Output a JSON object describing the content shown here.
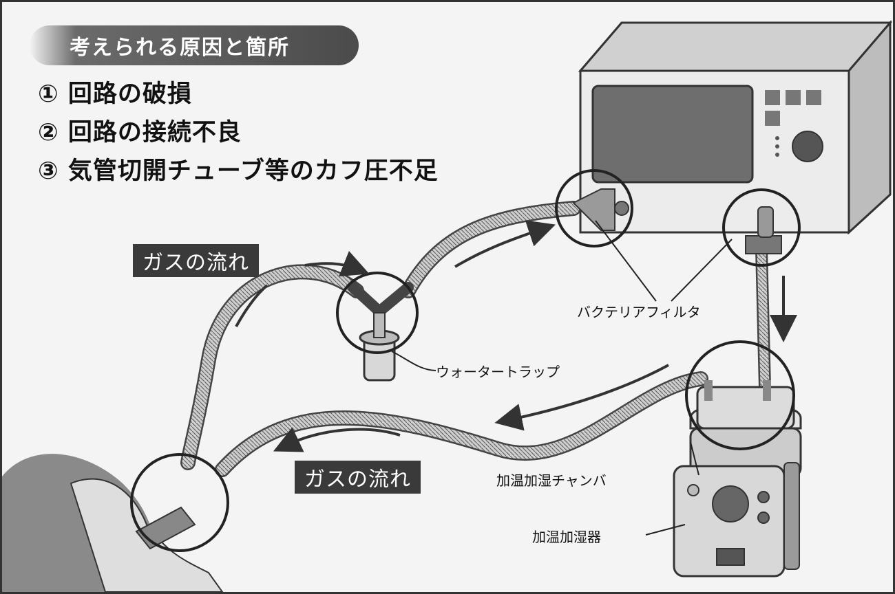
{
  "header": {
    "title": "考えられる原因と箇所"
  },
  "causes": [
    "① 回路の破損",
    "② 回路の接続不良",
    "③ 気管切開チューブ等のカフ圧不足"
  ],
  "flow_labels": {
    "upper": "ガスの流れ",
    "lower": "ガスの流れ"
  },
  "callouts": {
    "bacteria_filter": "バクテリアフィルタ",
    "water_trap": "ウォータートラップ",
    "chamber": "加温加湿チャンバ",
    "humidifier": "加温加湿器"
  }
}
